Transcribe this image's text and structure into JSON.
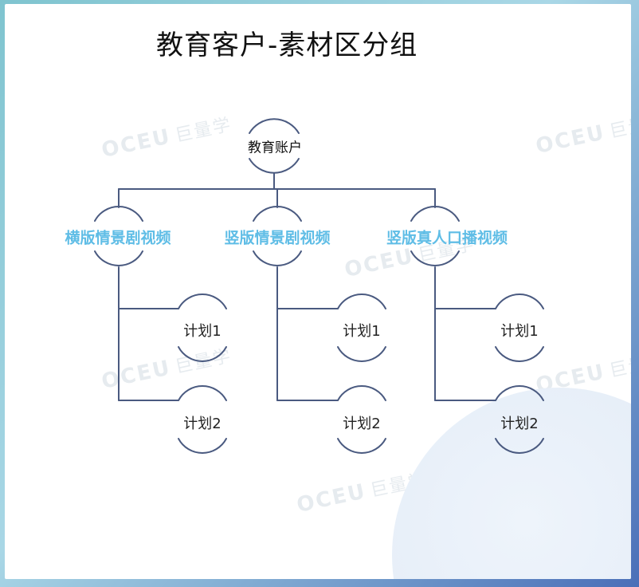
{
  "title": "教育客户-素材区分组",
  "root": {
    "label": "教育账户"
  },
  "categories": [
    {
      "label": "横版情景剧视频",
      "plans": [
        "计划1",
        "计划2"
      ]
    },
    {
      "label": "竖版情景剧视频",
      "plans": [
        "计划1",
        "计划2"
      ]
    },
    {
      "label": "竖版真人口播视频",
      "plans": [
        "计划1",
        "计划2"
      ]
    }
  ],
  "watermark": {
    "logo": "OCEU",
    "text": "巨量学"
  },
  "colors": {
    "line": "#4a5a80",
    "category_text": "#5fbde6",
    "frame": "#7fc4cf"
  }
}
